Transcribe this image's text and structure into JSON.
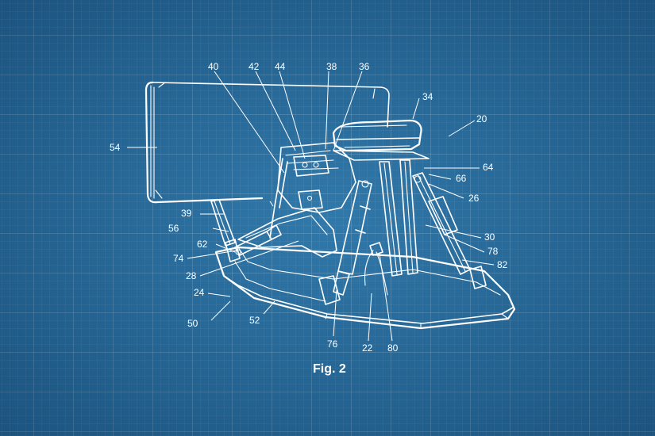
{
  "figure": {
    "title": "Fig. 2"
  },
  "reference_numerals": {
    "r40": "40",
    "r42": "42",
    "r44": "44",
    "r38": "38",
    "r36": "36",
    "r34": "34",
    "r20": "20",
    "r54": "54",
    "r64": "64",
    "r66": "66",
    "r26": "26",
    "r39": "39",
    "r56": "56",
    "r62": "62",
    "r74": "74",
    "r28": "28",
    "r24": "24",
    "r50": "50",
    "r52": "52",
    "r76": "76",
    "r22": "22",
    "r80": "80",
    "r30": "30",
    "r78": "78",
    "r82": "82"
  },
  "colors": {
    "background": "#2a6f9e",
    "line": "#ffffff"
  }
}
